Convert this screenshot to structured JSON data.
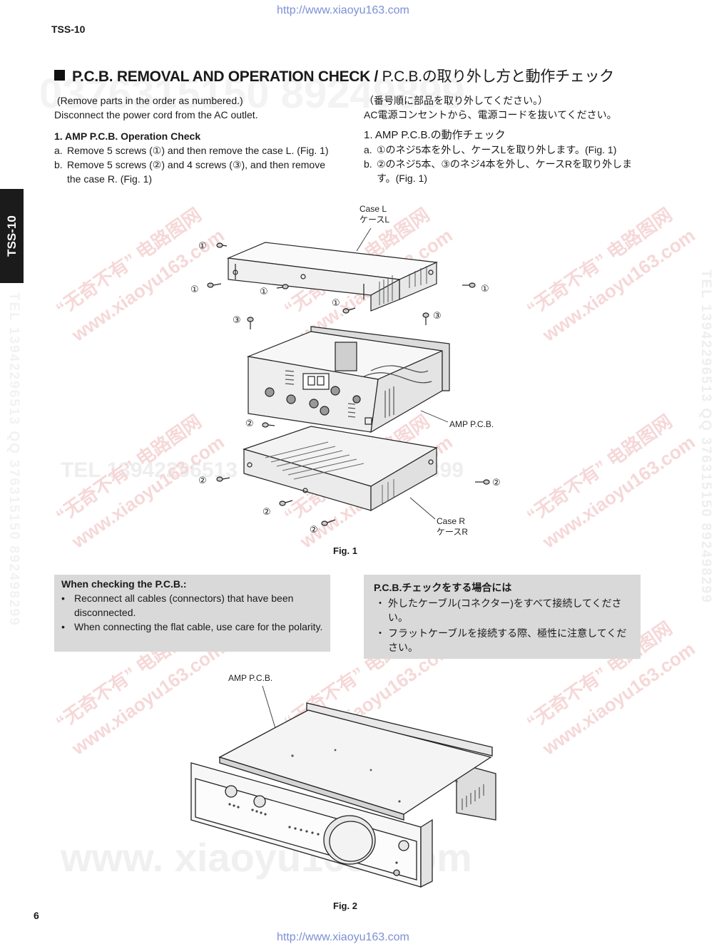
{
  "page": {
    "url_top": "http://www.xiaoyu163.com",
    "url_bottom": "http://www.xiaoyu163.com",
    "model": "TSS-10",
    "side_tab": "TSS-10",
    "page_number": "6"
  },
  "heading": {
    "en": "P.C.B. REMOVAL AND OPERATION CHECK / ",
    "jp": "P.C.B.の取り外し方と動作チェック"
  },
  "intro_en": {
    "line1": "(Remove parts in the order as numbered.)",
    "line2": "Disconnect the power cord from the AC outlet."
  },
  "intro_jp": {
    "line1": "（番号順に部品を取り外してください。）",
    "line2": "AC電源コンセントから、電源コードを抜いてください。"
  },
  "section_en": {
    "title": "1.  AMP P.C.B. Operation Check",
    "a_marker": "a.",
    "a_text": "Remove 5 screws (①) and then remove the case L. (Fig. 1)",
    "b_marker": "b.",
    "b_text": "Remove 5 screws (②) and 4 screws (③), and then remove the case R. (Fig. 1)"
  },
  "section_jp": {
    "title": "1. AMP P.C.B.の動作チェック",
    "a_marker": "a.",
    "a_text": "①のネジ5本を外し、ケースLを取り外します。(Fig. 1)",
    "b_marker": "b.",
    "b_text": "②のネジ5本、③のネジ4本を外し、ケースRを取り外します。(Fig. 1)"
  },
  "fig1": {
    "caption": "Fig. 1",
    "case_l_en": "Case L",
    "case_l_jp": "ケースL",
    "amp_pcb": "AMP P.C.B.",
    "case_r_en": "Case R",
    "case_r_jp": "ケースR",
    "marker_1": "①",
    "marker_2": "②",
    "marker_3": "③"
  },
  "check_en": {
    "title": "When checking the P.C.B.:",
    "bullet": "•",
    "item1": "Reconnect all cables (connectors) that have been disconnected.",
    "item2": "When connecting the flat cable, use care for the polarity."
  },
  "check_jp": {
    "title": "P.C.B.チェックをする場合には",
    "bullet": "・",
    "item1": "外したケーブル(コネクター)をすべて接続してください。",
    "item2": "フラットケーブルを接続する際、極性に注意してください。"
  },
  "fig2": {
    "caption": "Fig. 2",
    "amp_pcb": "AMP P.C.B."
  },
  "watermarks": {
    "big_number": "0376315150  89249899",
    "tel_line": "TEL 13942296513 0376315150 89249899",
    "site_cn": "“无奇不有” 电路图网",
    "site_url": "www.xiaoyu163.com",
    "vertical": "TEL 13942296513 QQ 376315150 892498299",
    "bottom_url": "www. xiaoyu163. com"
  },
  "colors": {
    "box_bg": "#d9d9d9",
    "url_link": "#7d8fd6",
    "side_tab_bg": "#1b1b1b"
  }
}
